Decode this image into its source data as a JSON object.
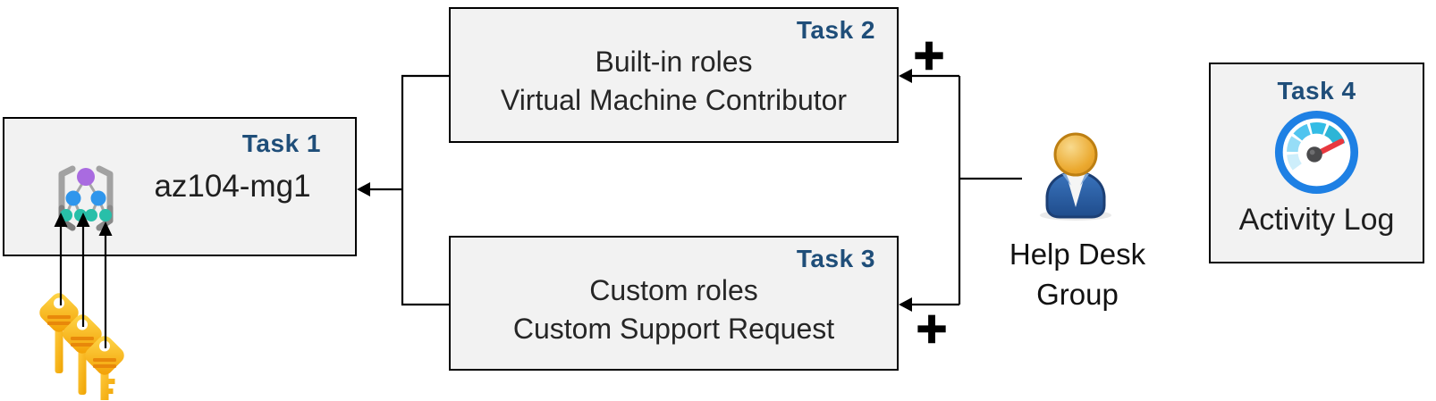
{
  "boxes": {
    "task1": {
      "badge": "Task 1",
      "label": "az104-mg1"
    },
    "task2": {
      "badge": "Task 2",
      "line1": "Built-in roles",
      "line2": "Virtual Machine Contributor"
    },
    "task3": {
      "badge": "Task 3",
      "line1": "Custom roles",
      "line2": "Custom Support Request"
    },
    "task4": {
      "badge": "Task 4",
      "label": "Activity Log"
    }
  },
  "actor": {
    "line1": "Help Desk",
    "line2": "Group"
  },
  "symbols": {
    "plus_task2": "+",
    "plus_task3": "+"
  },
  "icons": {
    "management_group": "management-group-icon",
    "keys": "access-keys-icon",
    "user": "help-desk-user-icon",
    "activity_log": "activity-log-gauge-icon"
  },
  "colors": {
    "box_fill": "#F2F2F2",
    "box_border": "#000000",
    "task_badge_blue": "#1F4E79",
    "connector_black": "#000000",
    "key_gold": "#FBB60B",
    "key_bar_orange": "#E8880A",
    "person_body_blue": "#2F64A8",
    "person_head_gold": "#E9A62E",
    "gauge_ring_blue": "#1E80E4",
    "gauge_needle_red": "#E8383F",
    "mg_purple": "#A96BE0",
    "mg_blue": "#2F96EC",
    "mg_teal": "#28BFA9"
  }
}
